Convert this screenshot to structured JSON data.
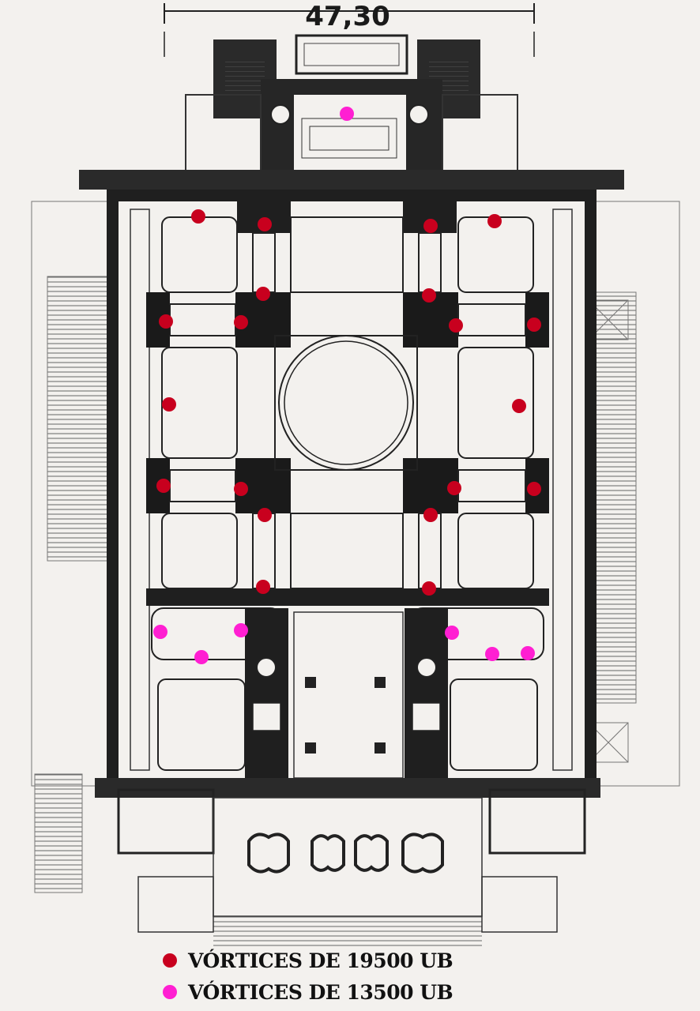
{
  "dimension": {
    "label": "47,30"
  },
  "colors": {
    "dark": "#1e1e1e",
    "paper": "#f3f1ee",
    "red": "#c8001e",
    "pink": "#ff1fd2"
  },
  "legend": [
    {
      "label": "VÓRTICES DE 19500 UB",
      "color": "#c8001e",
      "series": "red"
    },
    {
      "label": "VÓRTICES DE 13500 UB",
      "color": "#ff1fd2",
      "series": "pink"
    }
  ]
}
